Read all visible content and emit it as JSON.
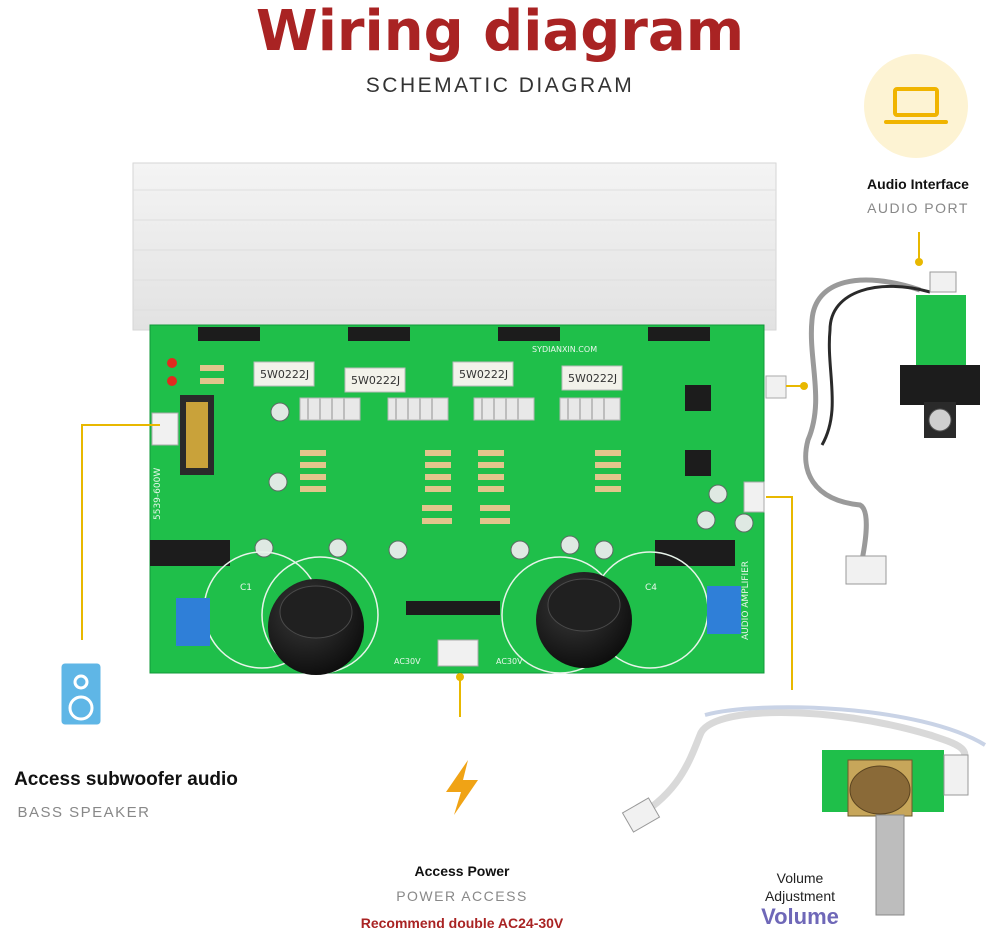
{
  "header": {
    "title": "Wiring diagram",
    "subtitle": "SCHEMATIC DIAGRAM"
  },
  "audio_interface": {
    "icon": "laptop-icon",
    "title": "Audio Interface",
    "subtitle": "AUDIO PORT"
  },
  "subwoofer": {
    "icon": "speaker-icon",
    "title": "Access subwoofer audio",
    "subtitle": "BASS SPEAKER"
  },
  "power": {
    "icon": "lightning-bolt-icon",
    "title": "Access Power",
    "subtitle": "POWER ACCESS",
    "note": "Recommend double AC24-30V"
  },
  "volume": {
    "title_line1": "Volume",
    "title_line2": "Adjustment",
    "highlight": "Volume"
  },
  "board": {
    "resistors": [
      "5W0222J",
      "5W0222J",
      "5W0222J",
      "5W0222J"
    ],
    "brand": "SYDIANXIN.COM",
    "vertical_left": "5539-600W",
    "vertical_right": "AUDIO AMPLIFIER",
    "power_label_left": "AC30V",
    "power_label_right": "AC30V",
    "cap_left": "C1",
    "cap_right": "C4"
  },
  "colors": {
    "title": "#a92323",
    "connector_line": "#e8b800",
    "pcb": "#1fbf4a",
    "heatsink": "#ececec",
    "volume_highlight": "#6f68b8",
    "note": "#a92323"
  }
}
